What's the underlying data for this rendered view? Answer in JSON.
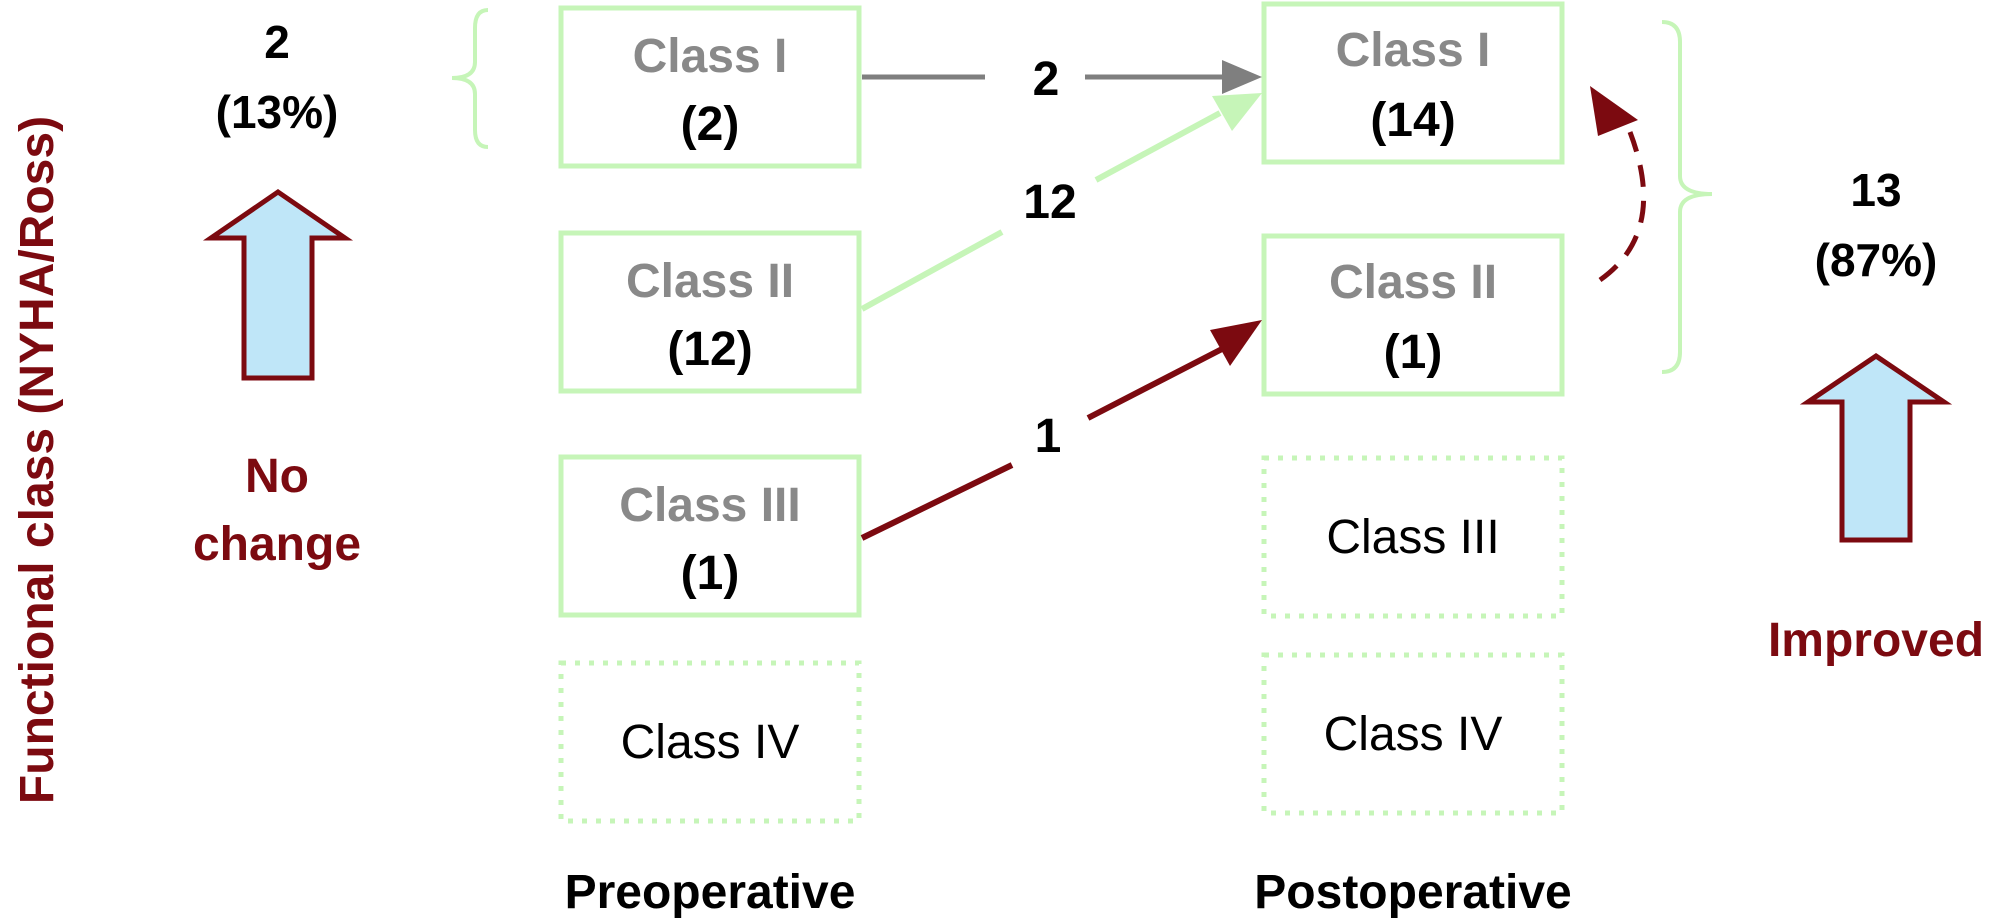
{
  "colors": {
    "box_border": "#c6f5b8",
    "gray_text": "#898989",
    "black_text": "#000000",
    "dark_red": "#7c0a10",
    "arrow_gray": "#7f7f7f",
    "arrow_green": "#c6f5b8",
    "arrow_red": "#7c0a10",
    "block_arrow_fill": "#bfe6f8",
    "block_arrow_stroke": "#7c0a10"
  },
  "y_axis_label": "Functional class (NYHA/Ross)",
  "no_change": {
    "count": "2",
    "percent": "(13%)",
    "label_line1": "No",
    "label_line2": "change"
  },
  "improved": {
    "count": "13",
    "percent": "(87%)",
    "label": "Improved"
  },
  "preoperative": {
    "label": "Preoperative",
    "classes": [
      {
        "name": "Class I",
        "count": "(2)"
      },
      {
        "name": "Class II",
        "count": "(12)"
      },
      {
        "name": "Class III",
        "count": "(1)"
      },
      {
        "name": "Class IV",
        "count": ""
      }
    ]
  },
  "postoperative": {
    "label": "Postoperative",
    "classes": [
      {
        "name": "Class I",
        "count": "(14)"
      },
      {
        "name": "Class II",
        "count": "(1)"
      },
      {
        "name": "Class III",
        "count": ""
      },
      {
        "name": "Class IV",
        "count": ""
      }
    ]
  },
  "transitions": [
    {
      "from": "Class I",
      "to": "Class I",
      "count": "2",
      "color": "gray"
    },
    {
      "from": "Class II",
      "to": "Class I",
      "count": "12",
      "color": "green"
    },
    {
      "from": "Class III",
      "to": "Class II",
      "count": "1",
      "color": "red"
    }
  ]
}
